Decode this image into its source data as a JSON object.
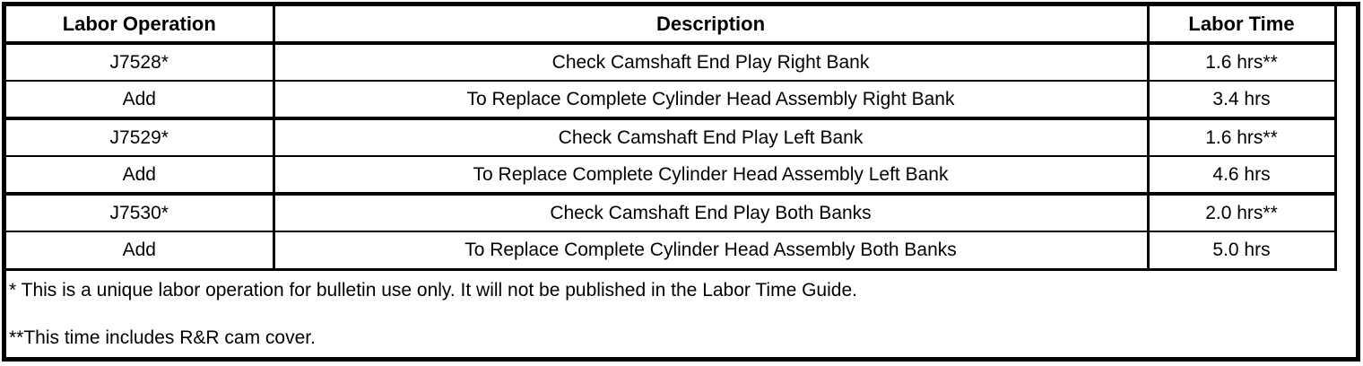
{
  "table": {
    "columns": {
      "operation": "Labor Operation",
      "description": "Description",
      "time": "Labor Time"
    },
    "rows": [
      {
        "operation": "J7528*",
        "description": "Check Camshaft End Play Right Bank",
        "time": "1.6 hrs**"
      },
      {
        "operation": "Add",
        "description": "To Replace Complete Cylinder Head Assembly Right Bank",
        "time": "3.4 hrs"
      },
      {
        "operation": "J7529*",
        "description": "Check Camshaft End Play Left Bank",
        "time": "1.6 hrs**"
      },
      {
        "operation": "Add",
        "description": "To Replace Complete Cylinder Head Assembly Left Bank",
        "time": "4.6 hrs"
      },
      {
        "operation": "J7530*",
        "description": "Check Camshaft End Play Both Banks",
        "time": "2.0 hrs**"
      },
      {
        "operation": "Add",
        "description": "To Replace Complete Cylinder Head Assembly Both Banks",
        "time": "5.0 hrs"
      }
    ]
  },
  "footnotes": {
    "unique_operation": "* This is a unique labor operation for bulletin use only. It will not be published in the Labor Time Guide.",
    "time_includes": "**This time includes R&R cam cover."
  },
  "colors": {
    "border": "#000000",
    "background": "#ffffff",
    "text": "#000000"
  }
}
